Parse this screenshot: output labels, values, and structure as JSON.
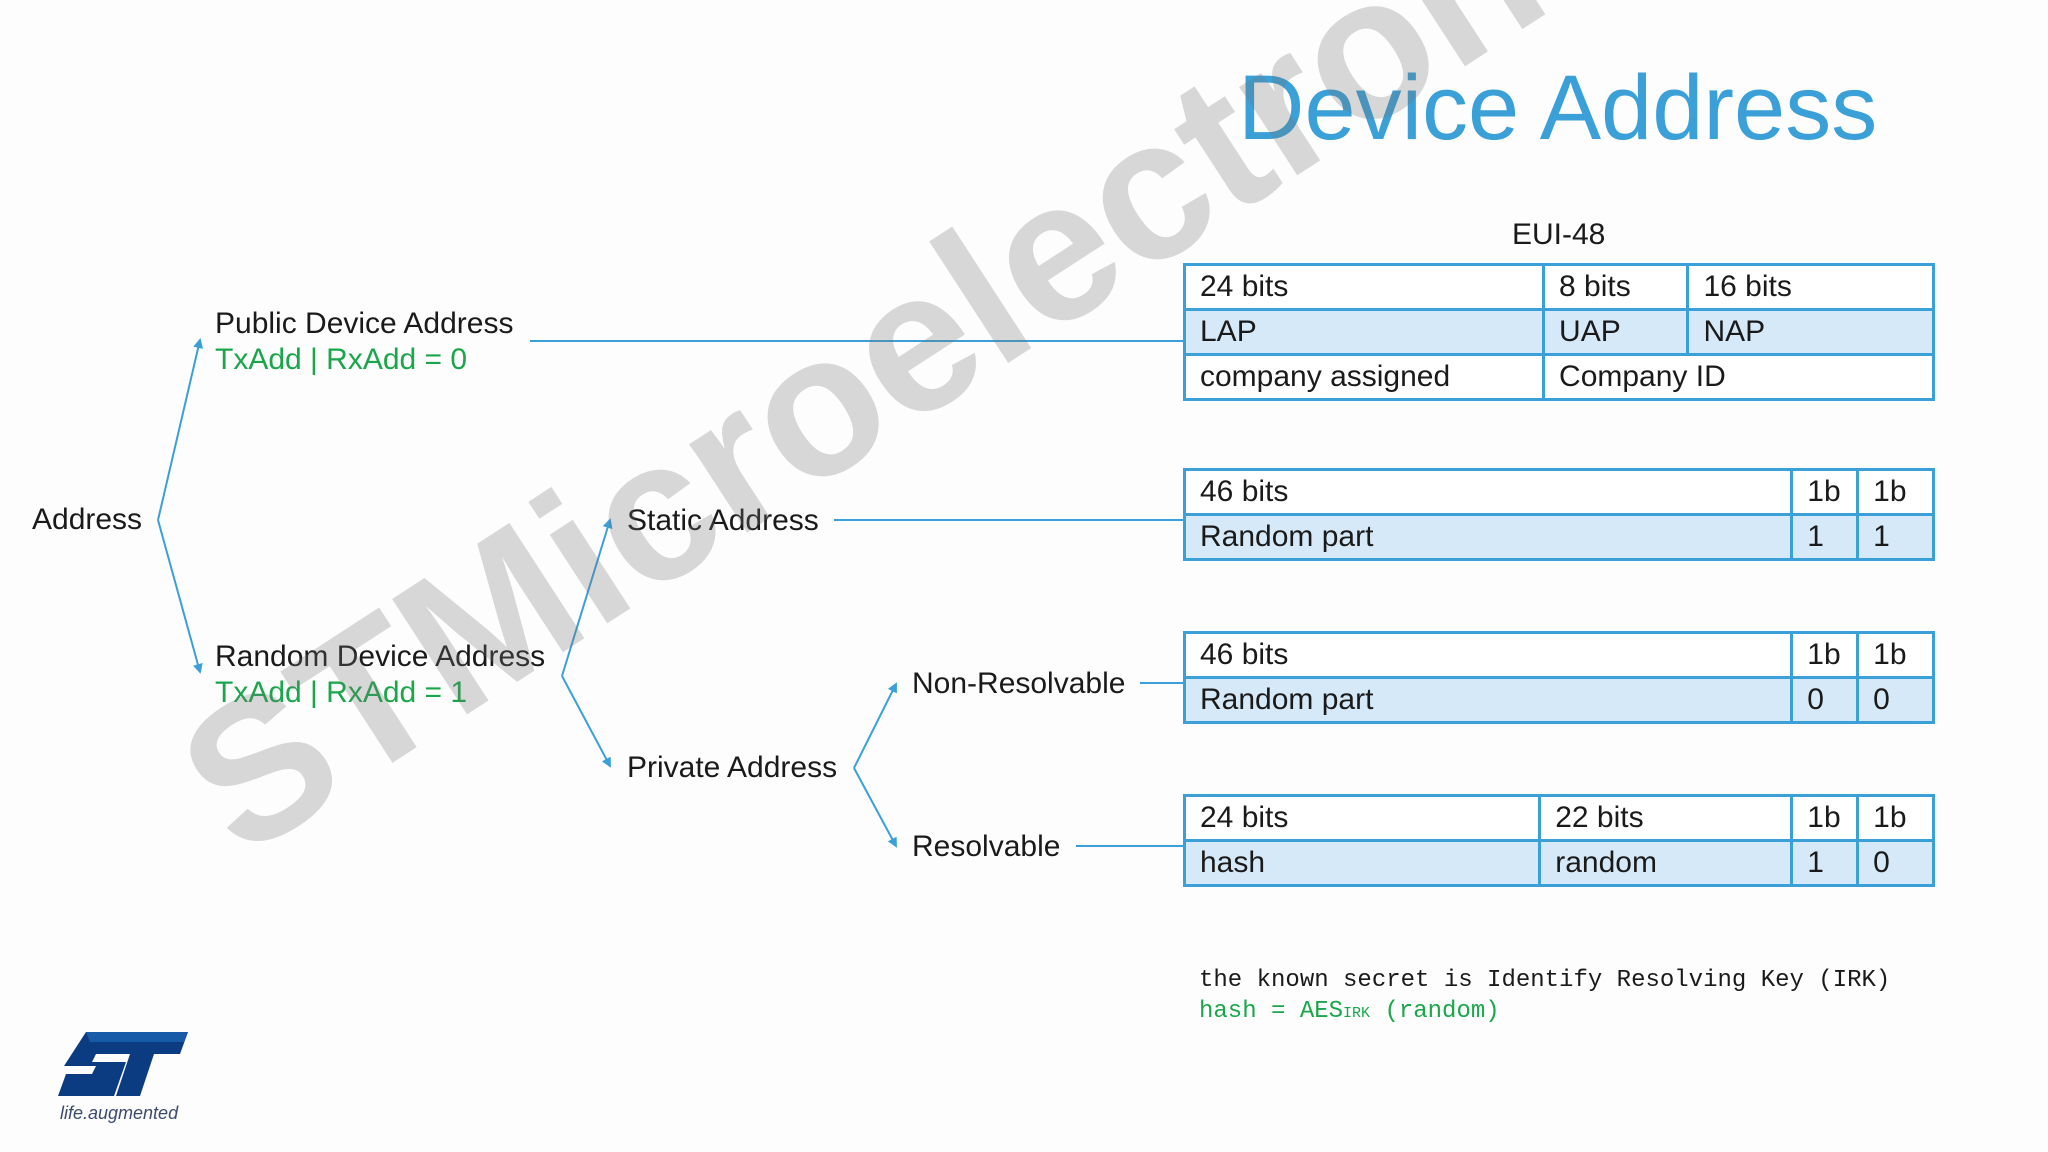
{
  "title": "Device Address",
  "tree": {
    "root": "Address",
    "public": {
      "label": "Public Device Address",
      "sub": "TxAdd | RxAdd = 0"
    },
    "random": {
      "label": "Random Device Address",
      "sub": "TxAdd | RxAdd = 1"
    },
    "static": "Static Address",
    "private": "Private Address",
    "non_resolvable": "Non-Resolvable",
    "resolvable": "Resolvable"
  },
  "eui": {
    "caption": "EUI-48",
    "rows": [
      [
        "24 bits",
        "8 bits",
        "16 bits"
      ],
      [
        "LAP",
        "UAP",
        "NAP"
      ],
      [
        "company assigned",
        "Company ID"
      ]
    ]
  },
  "static_table": {
    "rows": [
      [
        "46 bits",
        "1b",
        "1b"
      ],
      [
        "Random part",
        "1",
        "1"
      ]
    ]
  },
  "nonres_table": {
    "rows": [
      [
        "46 bits",
        "1b",
        "1b"
      ],
      [
        "Random part",
        "0",
        "0"
      ]
    ]
  },
  "res_table": {
    "rows": [
      [
        "24 bits",
        "22 bits",
        "1b",
        "1b"
      ],
      [
        "hash",
        "random",
        "1",
        "0"
      ]
    ]
  },
  "note": {
    "line1": "the known secret is Identify Resolving Key (IRK)",
    "line2_prefix": "hash = AES",
    "line2_sub": "IRK",
    "line2_suffix": " (random)"
  },
  "watermark": "STMicroelectronics",
  "logo": {
    "tagline": "life.augmented"
  },
  "colors": {
    "accent": "#3aa0d7",
    "green": "#1aa64a",
    "shade": "#d6e9f8"
  }
}
